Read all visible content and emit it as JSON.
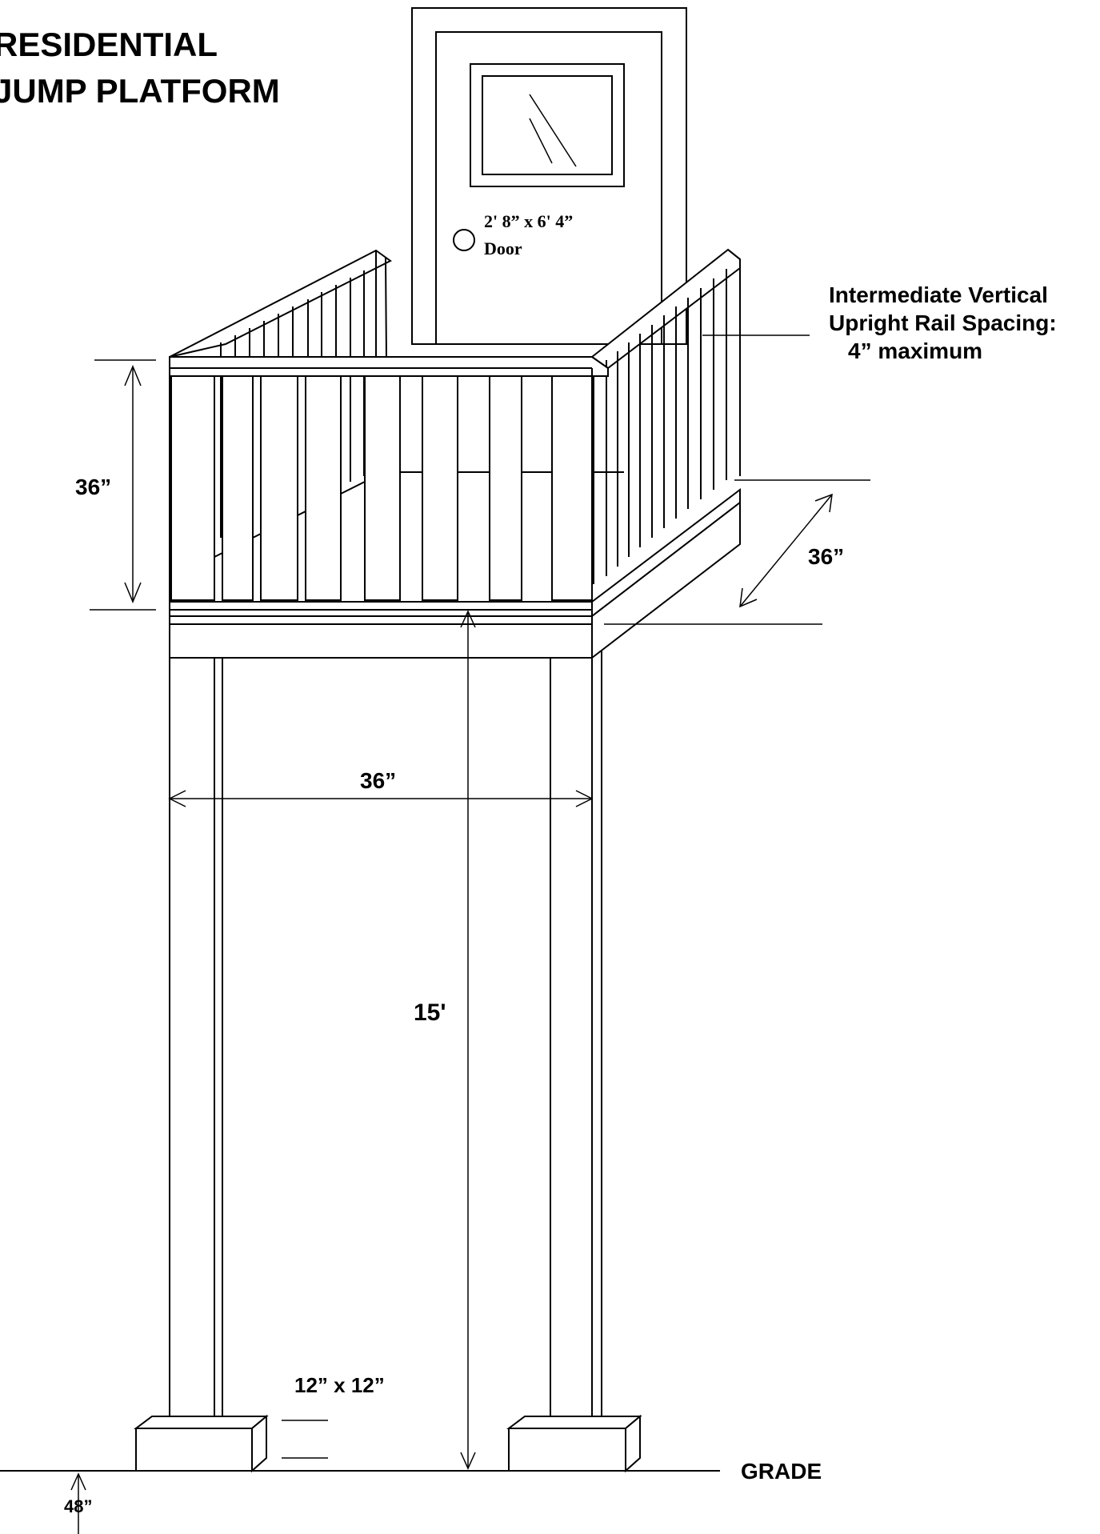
{
  "title": {
    "line1": "RESIDENTIAL",
    "line2": "JUMP PLATFORM"
  },
  "door": {
    "size": "2' 8” x 6' 4”",
    "label": "Door"
  },
  "rail_spacing": {
    "line1": "Intermediate Vertical",
    "line2": "Upright Rail Spacing:",
    "line3": "4” maximum"
  },
  "dimensions": {
    "rail_height": "36”",
    "depth": "36”",
    "width": "36”",
    "platform_height": "15'",
    "footing": "12” x 12”",
    "footing_depth": "48”"
  },
  "ground": {
    "label": "GRADE"
  }
}
